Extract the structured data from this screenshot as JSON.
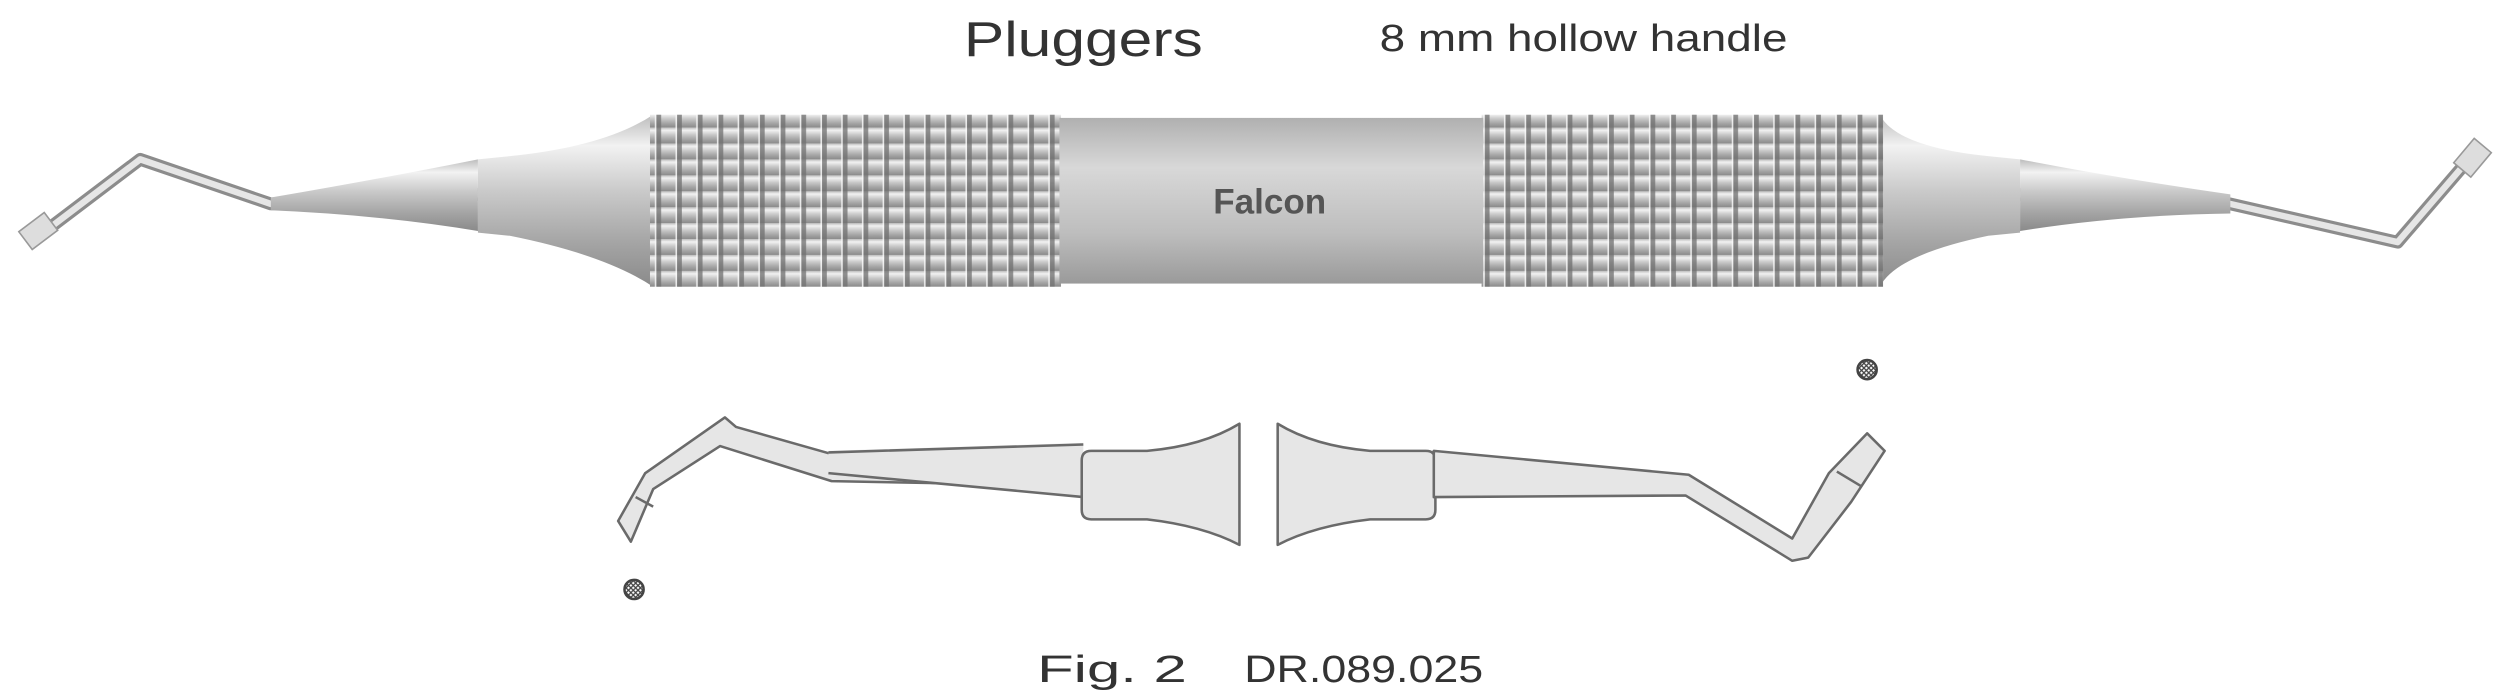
{
  "header": {
    "title": "Pluggers",
    "subtitle": "8 mm hollow handle"
  },
  "product_photo": {
    "brand_logo": "Falcon"
  },
  "figure": {
    "label": "Fig. 2",
    "code": "DR.089.025"
  },
  "colors": {
    "text": "#333333",
    "steel_light": "#e4e4e4",
    "steel_dark": "#8a8a8a",
    "diagram_fill": "#e6e6e6",
    "diagram_stroke": "#6a6a6a"
  }
}
